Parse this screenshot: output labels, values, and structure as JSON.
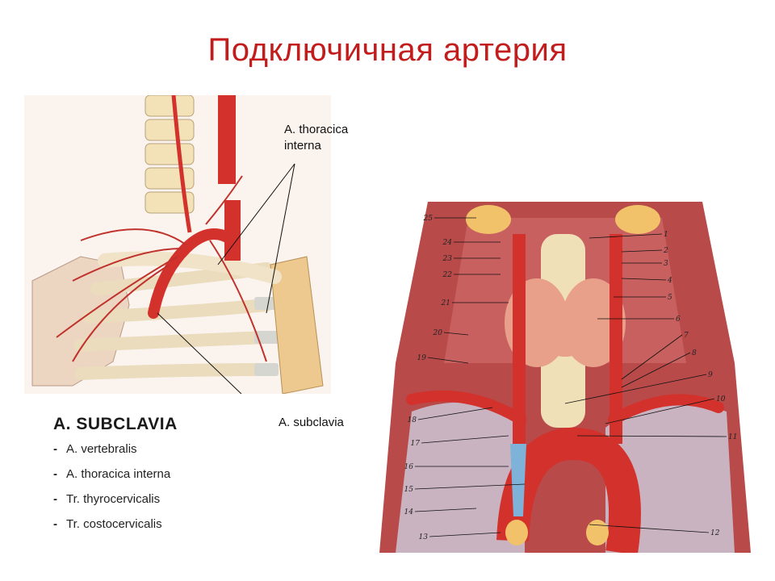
{
  "slide": {
    "title": "Подключичная артерия"
  },
  "left_figure": {
    "callout_thoracica_line1": "A. thoracica",
    "callout_thoracica_line2": "interna",
    "callout_subclavia": "A. subclavia"
  },
  "branch_list": {
    "heading": "A. SUBCLAVIA",
    "bullet": "-",
    "items": [
      "A. vertebralis",
      "A. thoracica interna",
      "Tr. thyrocervicalis",
      "Tr. costocervicalis"
    ]
  },
  "right_figure": {
    "numbers_left": [
      "25",
      "24",
      "23",
      "22",
      "21",
      "20",
      "19",
      "18",
      "17",
      "16",
      "15",
      "14",
      "13"
    ],
    "numbers_right": [
      "1",
      "2",
      "3",
      "4",
      "5",
      "6",
      "7",
      "8",
      "9",
      "10",
      "11",
      "12"
    ]
  },
  "colors": {
    "title": "#c21c1c",
    "artery": "#d3312b",
    "bone": "#f3e2b8",
    "cartilage": "#d6d6d0",
    "muscle": "#b84a4a",
    "lung": "#c9b3c1",
    "thyroid": "#e8a08a",
    "vein": "#7fb2d9"
  }
}
